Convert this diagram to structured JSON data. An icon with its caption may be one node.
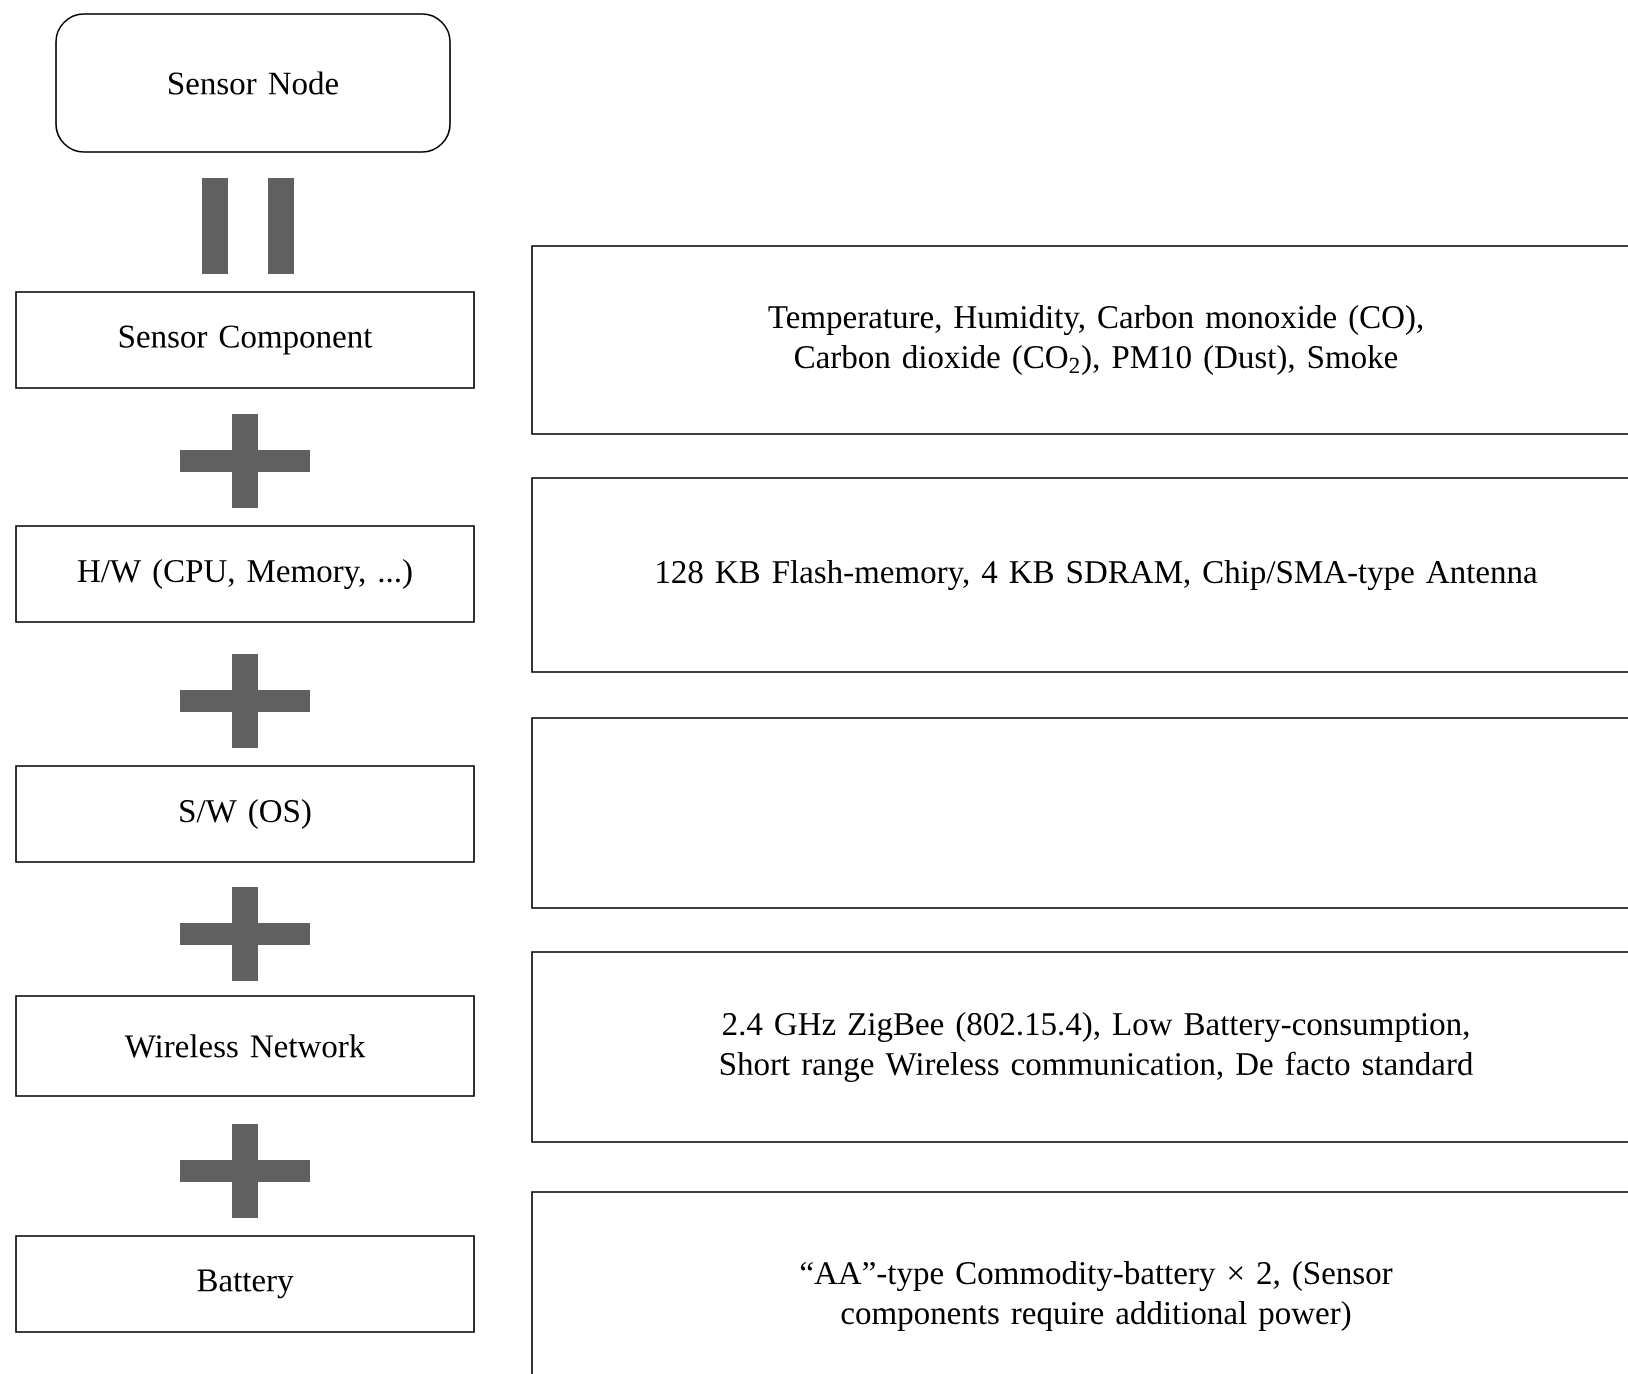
{
  "diagram": {
    "nodes": [
      {
        "text": [
          "Sensor Node"
        ]
      },
      {
        "text": [
          "Sensor Component"
        ]
      },
      {
        "text": [
          "Temperature, Humidity, Carbon monoxide (CO), Carbon dioxide (CO$_{2}$), PM10 (Dust), Smoke"
        ]
      },
      {
        "text": [
          "H/W (CPU, Memory, ...)"
        ]
      },
      {
        "text": [
          "128 KB Flash-memory, 4 KB SDRAM, Chip/SMA-type Antenna"
        ]
      },
      {
        "text": [
          "S/W (OS)"
        ]
      },
      {
        "text": [],
        "shape": "box"
      },
      {
        "text": [
          "Wireless Network"
        ]
      },
      {
        "text": [
          "2.4 GHz ZigBee (802.15.4), Low Battery-consumption, Short range Wireless communication, De facto standard"
        ]
      },
      {
        "text": [
          "Battery"
        ]
      },
      {
        "text": [
          "“AA”-type Commodity-battery × 2, (Sensor components require additional power)"
        ]
      }
    ]
  }
}
